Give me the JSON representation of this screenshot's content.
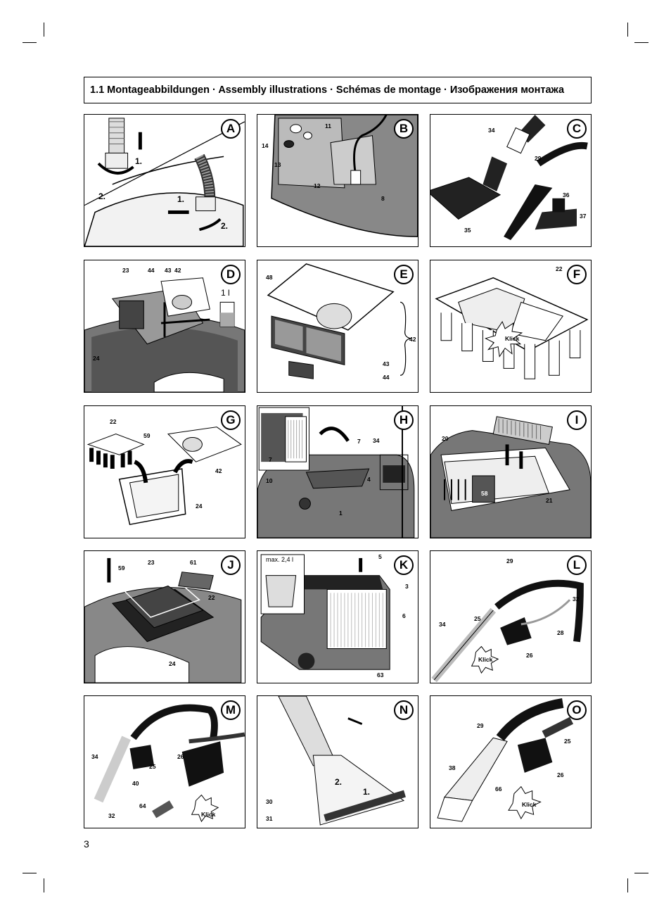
{
  "header": {
    "title": "1.1 Montageabbildungen · Assembly illustrations · Schémas de montage · Изображения монтажа"
  },
  "page_number": "3",
  "panels": {
    "A": {
      "letter": "A",
      "labels": [
        "1.",
        "2.",
        "1.",
        "2."
      ]
    },
    "B": {
      "letter": "B",
      "labels": [
        "11",
        "14",
        "13",
        "12",
        "8"
      ]
    },
    "C": {
      "letter": "C",
      "labels": [
        "34",
        "29",
        "36",
        "37",
        "35"
      ]
    },
    "D": {
      "letter": "D",
      "labels": [
        "23",
        "44",
        "43",
        "42",
        "1 l",
        "24"
      ]
    },
    "E": {
      "letter": "E",
      "labels": [
        "48",
        "42",
        "43",
        "44"
      ]
    },
    "F": {
      "letter": "F",
      "labels": [
        "22",
        "Klick"
      ]
    },
    "G": {
      "letter": "G",
      "labels": [
        "22",
        "59",
        "42",
        "24"
      ]
    },
    "H": {
      "letter": "H",
      "labels": [
        "7",
        "34",
        "7",
        "4",
        "10",
        "1"
      ]
    },
    "I": {
      "letter": "I",
      "labels": [
        "20",
        "58",
        "21"
      ]
    },
    "J": {
      "letter": "J",
      "labels": [
        "59",
        "23",
        "61",
        "22",
        "24"
      ]
    },
    "K": {
      "letter": "K",
      "labels": [
        "max. 2,4 l",
        "5",
        "3",
        "6",
        "63"
      ]
    },
    "L": {
      "letter": "L",
      "labels": [
        "29",
        "32",
        "25",
        "34",
        "28",
        "26",
        "Klick"
      ]
    },
    "M": {
      "letter": "M",
      "labels": [
        "34",
        "26",
        "25",
        "40",
        "64",
        "32",
        "Klick"
      ]
    },
    "N": {
      "letter": "N",
      "labels": [
        "2.",
        "1.",
        "30",
        "31"
      ]
    },
    "O": {
      "letter": "O",
      "labels": [
        "29",
        "25",
        "38",
        "66",
        "26",
        "Klick"
      ]
    }
  }
}
